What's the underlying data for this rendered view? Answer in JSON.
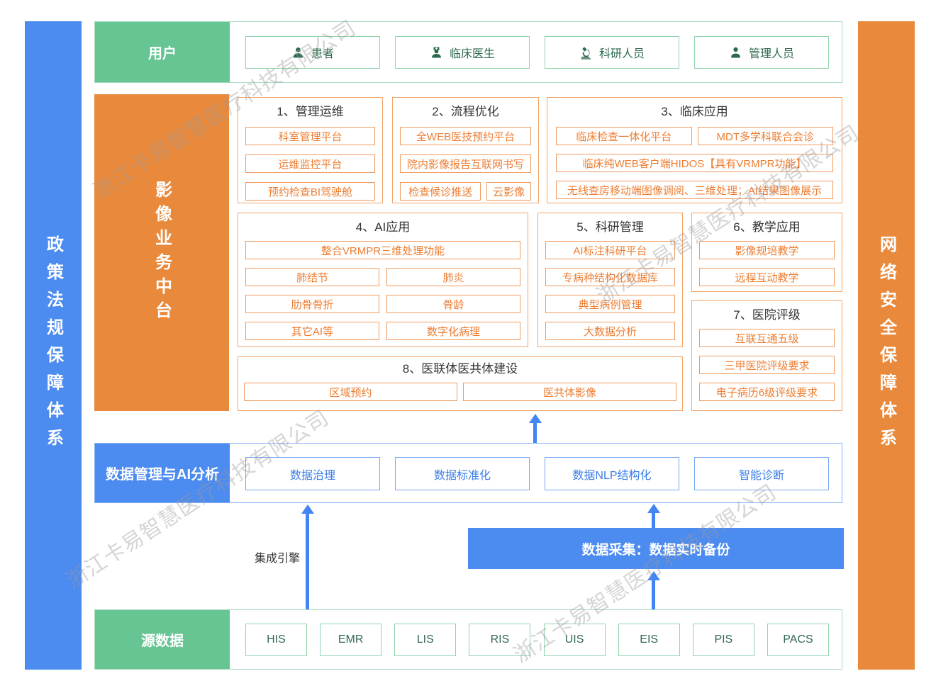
{
  "watermark_text": "浙江卡易智慧医疗科技有限公司",
  "left_bar": {
    "label": "政策法规保障体系"
  },
  "right_bar": {
    "label": "网络安全保障体系"
  },
  "users_row": {
    "label": "用户",
    "items": [
      {
        "label": "患者",
        "icon": "patient-icon"
      },
      {
        "label": "临床医生",
        "icon": "doctor-icon"
      },
      {
        "label": "科研人员",
        "icon": "microscope-icon"
      },
      {
        "label": "管理人员",
        "icon": "admin-icon"
      }
    ]
  },
  "platform": {
    "label": "影像业务中台",
    "section1": {
      "title": "1、管理运维",
      "items": [
        "科室管理平台",
        "运维监控平台",
        "预约检查BI驾驶舱"
      ]
    },
    "section2": {
      "title": "2、流程优化",
      "items": [
        "全WEB医技预约平台",
        "院内影像报告互联网书写",
        "检查候诊推送",
        "云影像"
      ]
    },
    "section3": {
      "title": "3、临床应用",
      "items": [
        "临床检查一体化平台",
        "MDT多学科联合会诊",
        "临床纯WEB客户端HIDOS【具有VRMPR功能】",
        "无线查房移动端图像调阅、三维处理；AI结果图像展示"
      ]
    },
    "section4": {
      "title": "4、AI应用",
      "items": [
        "整合VRMPR三维处理功能",
        "肺结节",
        "肺炎",
        "肋骨骨折",
        "骨龄",
        "其它AI等",
        "数字化病理"
      ]
    },
    "section5": {
      "title": "5、科研管理",
      "items": [
        "AI标注科研平台",
        "专病种结构化数据库",
        "典型病例管理",
        "大数据分析"
      ]
    },
    "section6": {
      "title": "6、教学应用",
      "items": [
        "影像规培教学",
        "远程互动教学"
      ]
    },
    "section7": {
      "title": "7、医院评级",
      "items": [
        "互联互通五级",
        "三甲医院评级要求",
        "电子病历6级评级要求"
      ]
    },
    "section8": {
      "title": "8、医联体医共体建设",
      "items": [
        "区域预约",
        "医共体影像"
      ]
    }
  },
  "data_mgmt_row": {
    "label": "数据管理与AI分析",
    "items": [
      "数据治理",
      "数据标准化",
      "数据NLP结构化",
      "智能诊断"
    ]
  },
  "integration": {
    "engine_label": "集成引擎",
    "collection_label": "数据采集：数据实时备份"
  },
  "source_row": {
    "label": "源数据",
    "items": [
      "HIS",
      "EMR",
      "LIS",
      "RIS",
      "UIS",
      "EIS",
      "PIS",
      "PACS"
    ]
  },
  "colors": {
    "green": "#67c493",
    "orange": "#e8893c",
    "blue": "#4c8bf0",
    "orange_text": "#ed7d31",
    "blue_text": "#3b7ee8",
    "green_text": "#2c6a4c",
    "arrow_blue": "#4285f4"
  }
}
